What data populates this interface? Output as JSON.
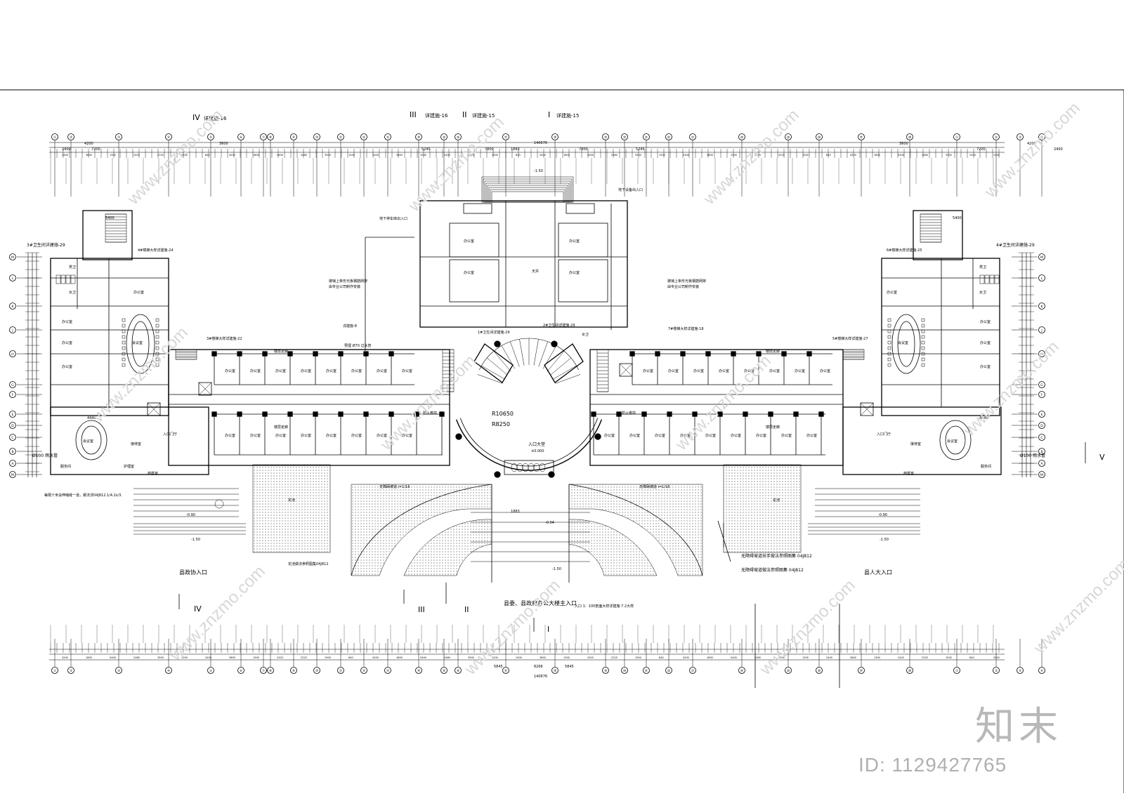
{
  "sections": {
    "iv_top": "IV",
    "iv_top_note": "详建施-16",
    "iii_top": "III",
    "iii_top_note": "详建施-16",
    "ii_top": "II",
    "ii_top_note": "详建施-15",
    "i_top": "I",
    "i_top_note": "详建施-15",
    "iv_bottom": "IV",
    "iii_bottom": "III",
    "ii_bottom": "II",
    "i_bottom": "I",
    "v_right": "V"
  },
  "dimensions": {
    "overall_top": "140676",
    "overall_bottom": "140676",
    "center_bottom": "8266",
    "dim_7200": "7200",
    "dim_3600": "3600",
    "dim_2400": "2400",
    "dim_4200": "4200",
    "dim_5245": "5245",
    "dim_7800": "7800",
    "dim_5845": "5845",
    "dim_1883": "1883",
    "dim_4440": "4440",
    "dim_5400": "5400"
  },
  "labels": {
    "office": "办公室",
    "meeting": "会议室",
    "lobby": "入口大堂",
    "lobby_level": "±0.000",
    "r_outer": "R10650",
    "r_inner": "R8250",
    "flower_bed": "花池",
    "left_entrance": "县政协入口",
    "right_entrance": "县人大入口",
    "main_entrance": "县委、县政府办公大楼主入口",
    "entrance_note": "入口 1：100剖面大样详建施-7.2大样",
    "ramp_left": "无障碍坡道 i=1/16",
    "ramp_right": "无障碍坡道 i=1/16",
    "level_minus150": "-1.50",
    "level_minus090": "-0.90",
    "level_minus004": "-0.04",
    "stair_29a": "3#卫生间详建施-29",
    "stair_29b": "4#卫生间详建施-29",
    "stair_24": "4#楼梯大样详建施-24",
    "stair_25": "6#楼梯大样详建施-25",
    "stair_22": "3#楼梯大样详建施-22",
    "stair_27": "5#楼梯大样详建施-27",
    "stair_18": "7#楼梯大样详建施-18",
    "toilet_29": "1#卫生间详建施-29",
    "toilet_29b": "2#卫生间详建施-29",
    "basement_entry_left": "地下停车库出入口",
    "basement_entry_right": "地下设备出入口",
    "pipe_note": "预埋 Ø70 过水管",
    "ref_8": "详建施-8",
    "glass_note": "玻璃上条形光板钢筋网架",
    "glass_note2": "由专业公司制作安装",
    "spec_1": "无障碍坡道扶手做法参照图集 04J812",
    "spec_2": "无障碍坡道做法参照图集 04J812",
    "spec_3": "花池做法参照图集04J812",
    "drain_left": "Ø100 雨水管",
    "drain_right": "Ø100 雨水管",
    "left_note": "每隔十米设伸缩缝一道，做法详04J812.1/4.2s/3.",
    "corridor": "楼层走廊",
    "fire": "防火卷帘",
    "toilet_m": "男卫",
    "toilet_f": "女卫",
    "service": "服务间",
    "storage": "档案室",
    "reception": "接待室",
    "entry_hall": "入口门厅",
    "guard": "护理室",
    "aerial": "天井"
  },
  "axes": {
    "top": [
      "①",
      "②",
      "③",
      "④",
      "⑤",
      "⑥",
      "⑦",
      "⑧",
      "⑨",
      "⑩",
      "⑪",
      "⑫",
      "⑬",
      "⑭",
      "⑮",
      "⑯",
      "⑰",
      "⑱",
      "⑲",
      "⑳",
      "㉑",
      "㉒",
      "㉓",
      "㉔",
      "㉕",
      "㉖",
      "㉗",
      "㉘"
    ],
    "left": [
      "M",
      "L",
      "K",
      "J",
      "H",
      "G",
      "F",
      "E",
      "D",
      "C",
      "B",
      "A"
    ],
    "right": [
      "M",
      "L",
      "K",
      "J",
      "H",
      "G",
      "F",
      "E",
      "D",
      "C",
      "B",
      "A"
    ]
  },
  "watermark": {
    "text": "www.znzmo.com",
    "brand": "知末",
    "id": "ID: 1129427765"
  }
}
